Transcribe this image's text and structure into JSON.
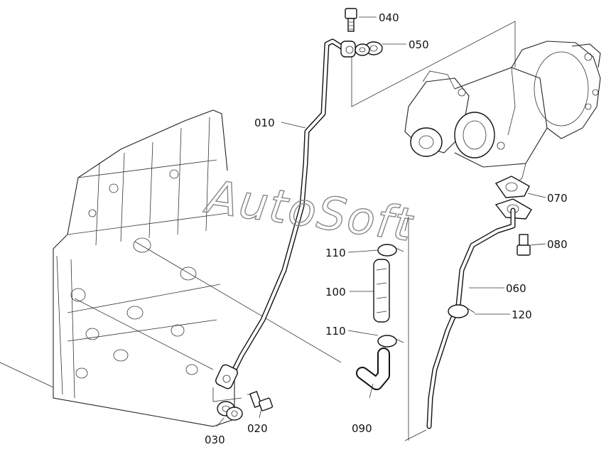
{
  "watermark": "AutoSoft",
  "callouts": {
    "c010": "010",
    "c020": "020",
    "c030": "030",
    "c040": "040",
    "c050": "050",
    "c060": "060",
    "c070": "070",
    "c080": "080",
    "c090": "090",
    "c100": "100",
    "c110a": "110",
    "c110b": "110",
    "c120": "120"
  }
}
